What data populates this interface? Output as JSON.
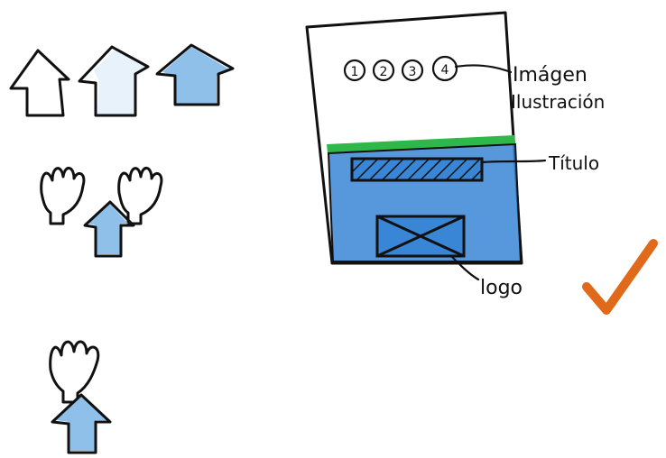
{
  "sketch": {
    "circles": [
      "1",
      "2",
      "3",
      "4"
    ],
    "labels": {
      "image": "Imágen",
      "illustration": "Ilustración",
      "title": "Título",
      "logo": "logo"
    },
    "colors": {
      "ink": "#111111",
      "blue_fill": "#3a86d6",
      "light_blue": "#a9cdf0",
      "green_bar": "#2fb84a",
      "check_orange": "#e06a1a"
    },
    "icons": [
      "house-arrow-icon",
      "hands-icon",
      "checkmark-icon"
    ]
  }
}
